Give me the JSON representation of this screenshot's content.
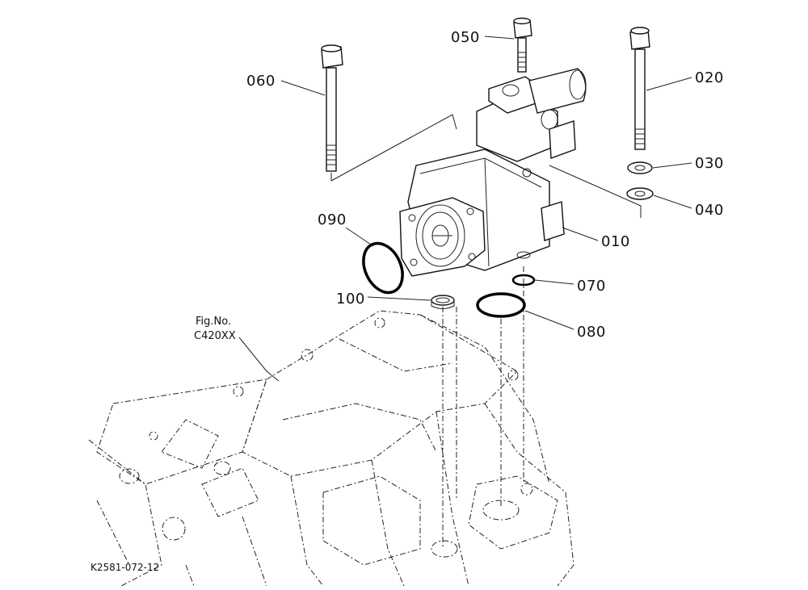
{
  "diagram": {
    "part_labels": {
      "p010": "010",
      "p020": "020",
      "p030": "030",
      "p040": "040",
      "p050": "050",
      "p060": "060",
      "p070": "070",
      "p080": "080",
      "p090": "090",
      "p100": "100"
    },
    "fig_ref": {
      "line1": "Fig.No.",
      "line2": "C420XX"
    },
    "drawing_number": "K2581-072-12"
  }
}
